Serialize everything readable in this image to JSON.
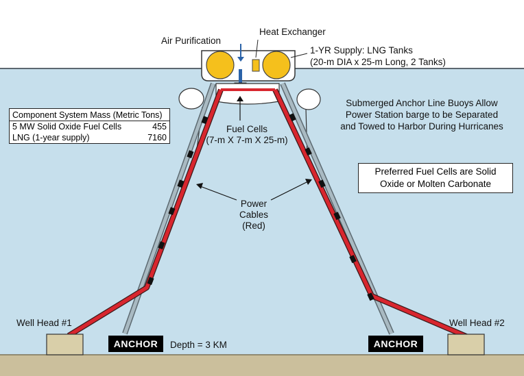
{
  "labels": {
    "air_purification": "Air Purification",
    "heat_exchanger": "Heat Exchanger",
    "lng_tanks_line1": "1-YR Supply: LNG Tanks",
    "lng_tanks_line2": "(20-m DIA x 25-m Long, 2 Tanks)",
    "buoys_line1": "Submerged Anchor Line Buoys Allow",
    "buoys_line2": "Power Station barge to be Separated",
    "buoys_line3": "and Towed to Harbor During Hurricanes",
    "fuel_cells_line1": "Fuel Cells",
    "fuel_cells_line2": "(7-m X 7-m X 25-m)",
    "power_cables_line1": "Power",
    "power_cables_line2": "Cables",
    "power_cables_line3": "(Red)",
    "well_head_1": "Well Head #1",
    "well_head_2": "Well Head #2",
    "anchor_left": "ANCHOR",
    "anchor_right": "ANCHOR",
    "depth": "Depth = 3 KM"
  },
  "mass_table": {
    "title": "Component System Mass (Metric Tons)",
    "rows": [
      {
        "label": "5 MW Solid Oxide Fuel Cells",
        "value": "455"
      },
      {
        "label": "LNG (1-year supply)",
        "value": "7160"
      }
    ]
  },
  "preferred_note": {
    "line1": "Preferred Fuel Cells are Solid",
    "line2": "Oxide or Molten Carbonate"
  },
  "colors": {
    "sea": "#c6dfec",
    "seabed": "#cbbf9c",
    "cable": "#d8262e",
    "mooring_line": "#8fa3ad",
    "tank": "#f5c01c",
    "fuel_cell": "#7dc142",
    "well_head": "#d9cfa9",
    "anchor": "#000000"
  }
}
